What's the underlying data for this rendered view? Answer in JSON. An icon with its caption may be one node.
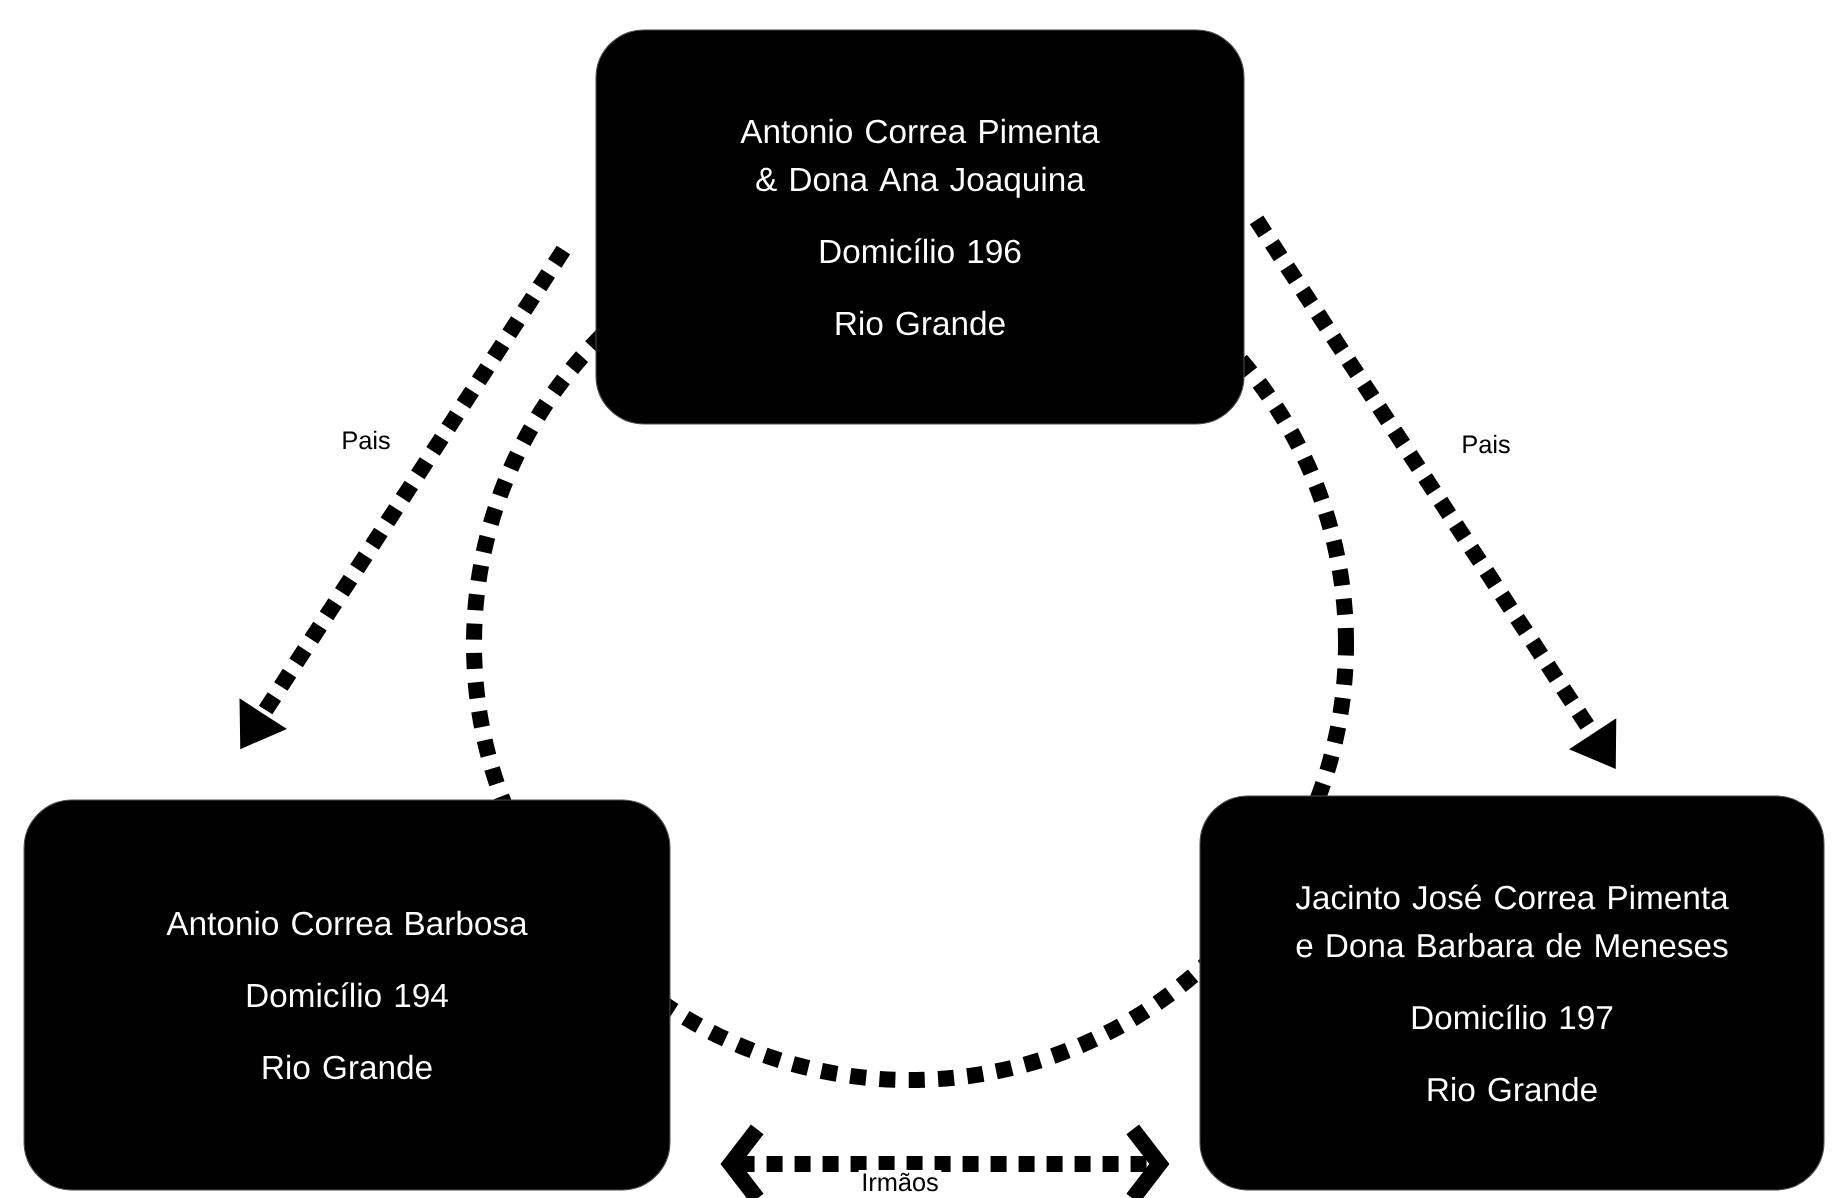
{
  "diagram": {
    "nodes": [
      {
        "text": [
          "Antonio Correa Pimenta & Dona Ana Joaquina",
          "Domicílio 196",
          "Rio Grande"
        ]
      },
      {
        "text": [
          "Antonio Correa Barbosa",
          "Domicílio 194",
          "Rio Grande"
        ]
      },
      {
        "text": [
          "Jacinto José Correa Pimenta e Dona Barbara de Meneses",
          "Domicílio 197",
          "Rio Grande"
        ]
      }
    ],
    "edges": [
      {
        "from": 0,
        "to": 1,
        "arrow": "to",
        "label": "Pais",
        "style": "dashed"
      },
      {
        "from": 0,
        "to": 2,
        "arrow": "to",
        "label": "Pais",
        "style": "dashed"
      },
      {
        "from": 1,
        "to": 2,
        "arrow": "both",
        "label": "Irmãos",
        "style": "dashed"
      }
    ]
  }
}
